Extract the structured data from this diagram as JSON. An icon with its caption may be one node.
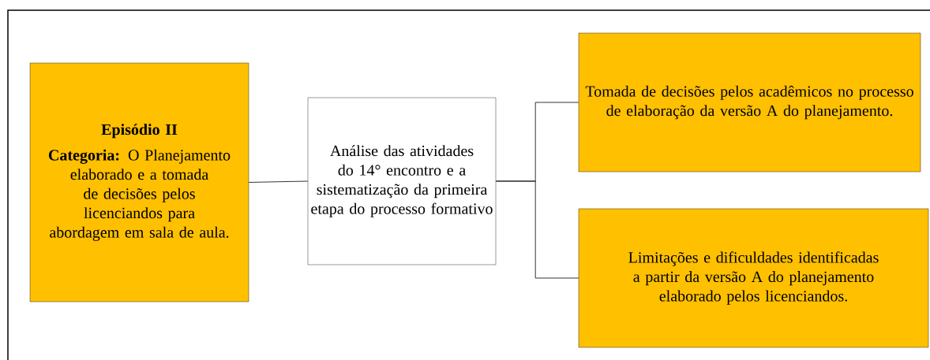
{
  "diagram": {
    "nodes": [
      {
        "text": [
          "Episódio II",
          "**Categoria:** O Planejamento elaborado e a tomada de decisões pelos licenciandos para abordagem em sala de aula."
        ]
      },
      {
        "text": [
          "Análise das atividades do 14° encontro e a sistematização da primeira etapa do processo formativo"
        ]
      },
      {
        "text": [
          "Tomada de decisões pelos acadêmicos no processo de elaboração da versão A do planejamento."
        ]
      },
      {
        "text": [
          "Limitações e dificuldades identificadas a partir da versão A do planejamento elaborado pelos licenciandos."
        ]
      }
    ],
    "edges": [
      {
        "from": 0,
        "to": 1,
        "arrow": "none"
      },
      {
        "from": 1,
        "to": 2,
        "arrow": "none"
      },
      {
        "from": 1,
        "to": 3,
        "arrow": "none"
      }
    ]
  }
}
